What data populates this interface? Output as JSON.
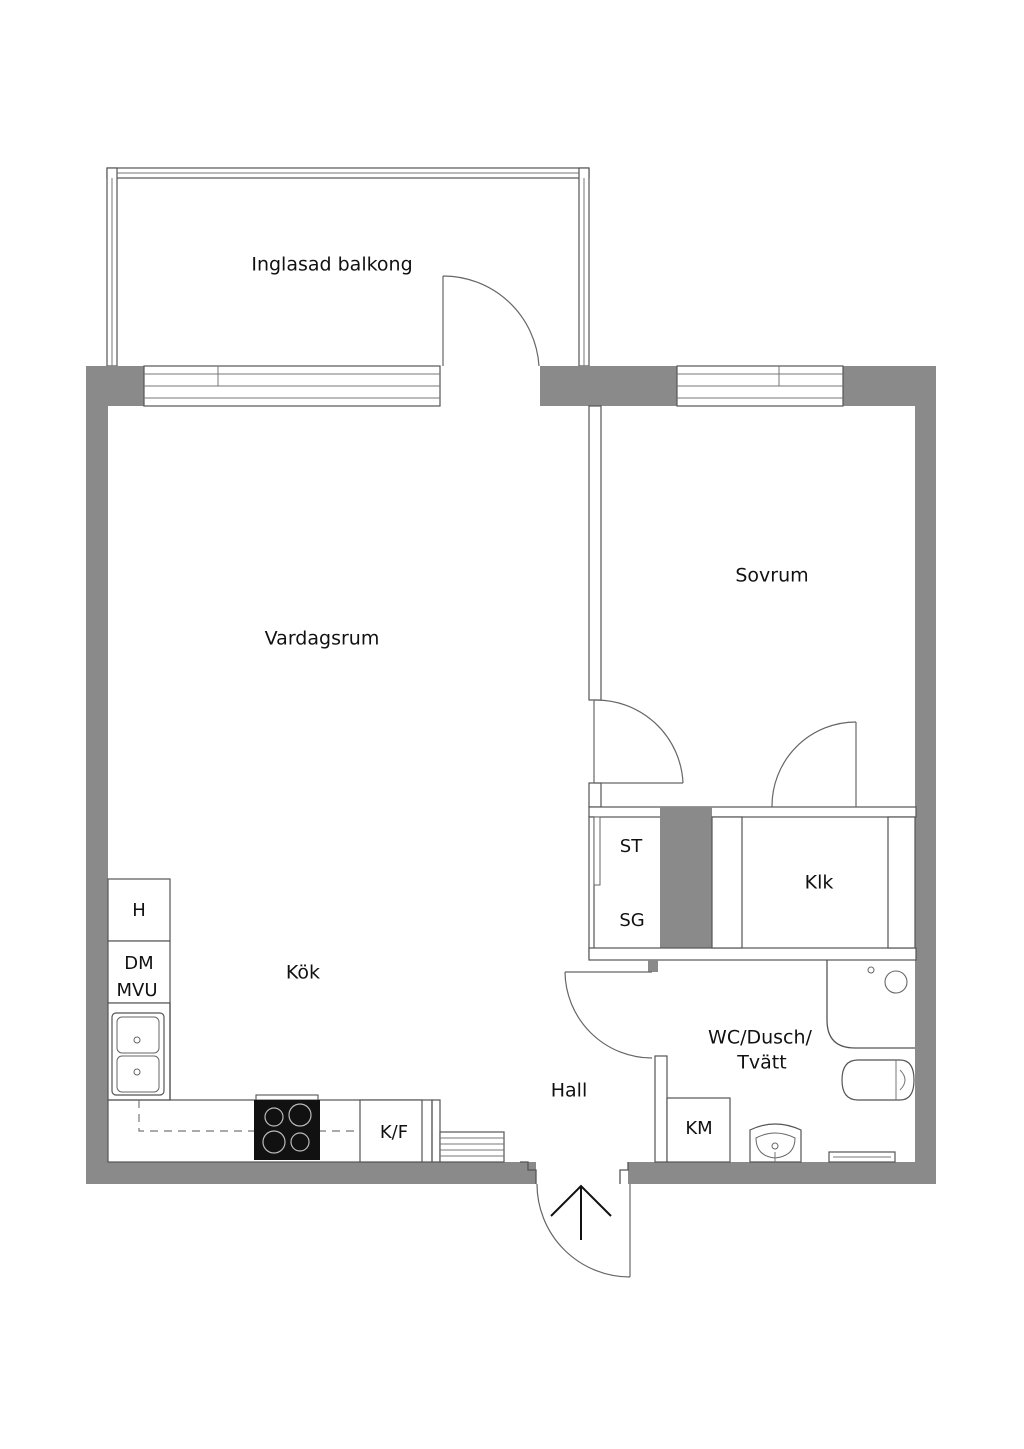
{
  "rooms": {
    "balcony": "Inglasad balkong",
    "living": "Vardagsrum",
    "bedroom": "Sovrum",
    "kitchen": "Kök",
    "hall": "Hall",
    "closet": "Klk",
    "bath_line1": "WC/Dusch/",
    "bath_line2": "Tvätt"
  },
  "fixtures": {
    "fridge_freezer": "K/F",
    "heater": "H",
    "dishwasher": "DM",
    "microwave": "MVU",
    "storage": "ST",
    "wardrobe": "SG",
    "washer": "KM"
  },
  "icons": {
    "entrance": "entrance-arrow-icon"
  }
}
